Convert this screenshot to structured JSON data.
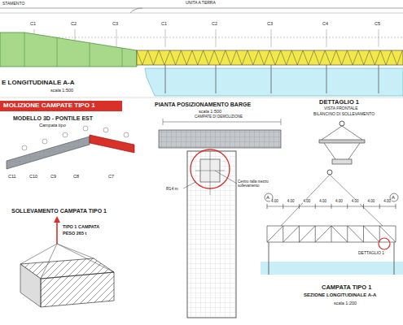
{
  "diagram": {
    "nodes": [
      {
        "text": [
          "MOLIZIONE CAMPATE TIPO 1"
        ]
      }
    ],
    "labels": [
      "STAMENTO",
      "UNITA A TERRA",
      "C1",
      "C2",
      "C3",
      "C1",
      "C2",
      "C3",
      "C4",
      "C5",
      "E LONGITUDINALE A-A",
      "scala 1:500",
      "MODELLO 3D - PONTILE EST",
      "Campata tipo",
      "C11",
      "C10",
      "C9",
      "C8",
      "C7",
      "SOLLEVAMENTO CAMPATA TIPO 1",
      "TIPO 1 CAMPATA",
      "PESO 265 t",
      "PIANTA POSIZIONAMENTO BARGE",
      "scala 1:500",
      "CAMPATE DI DEMOLIZIONE",
      "R14 m",
      "Centro ralla mezzo sollevamento",
      "DETTAGLIO 1",
      "VISTA FRONTALE",
      "BILANCINO DI SOLLEVAMENTO",
      "A",
      "A",
      "4.00",
      "4.00",
      "4.00",
      "4.00",
      "4.00",
      "4.00",
      "4.00",
      "4.00",
      "DETTAGLIO 1",
      "CAMPATA TIPO 1",
      "SEZIONE LONGITUDINALE A-A",
      "scala 1:200"
    ]
  }
}
